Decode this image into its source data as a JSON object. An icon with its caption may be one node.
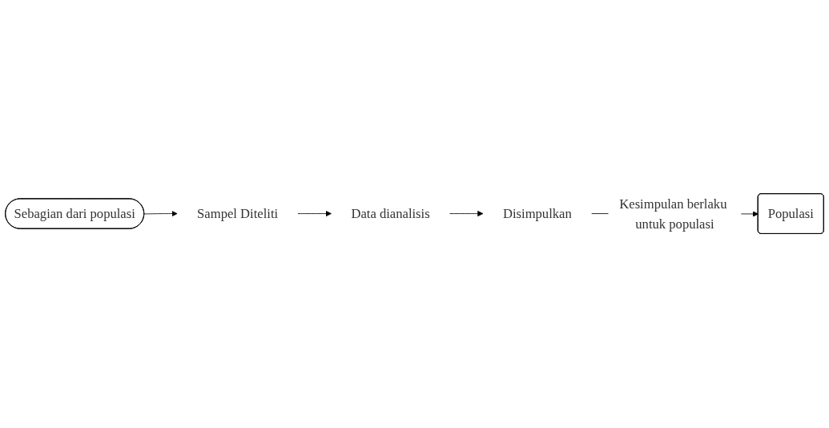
{
  "diagram": {
    "nodes": [
      {
        "text": [
          "Populasi"
        ]
      },
      {
        "text": [
          "Sebagian dari populasi"
        ]
      },
      {
        "text": [
          "Sampel Diteliti"
        ]
      },
      {
        "text": [
          "Data dianalisis"
        ]
      },
      {
        "text": [
          "Disimpulkan"
        ]
      }
    ],
    "edges": [
      {
        "from": 1,
        "to": 2,
        "arrow": "to"
      },
      {
        "from": 2,
        "to": 3,
        "arrow": "to"
      },
      {
        "from": 3,
        "to": 4,
        "arrow": "to"
      },
      {
        "from": 4,
        "to": 0,
        "arrow": "to",
        "label": "Kesimpulan berlaku untuk populasi"
      }
    ]
  }
}
